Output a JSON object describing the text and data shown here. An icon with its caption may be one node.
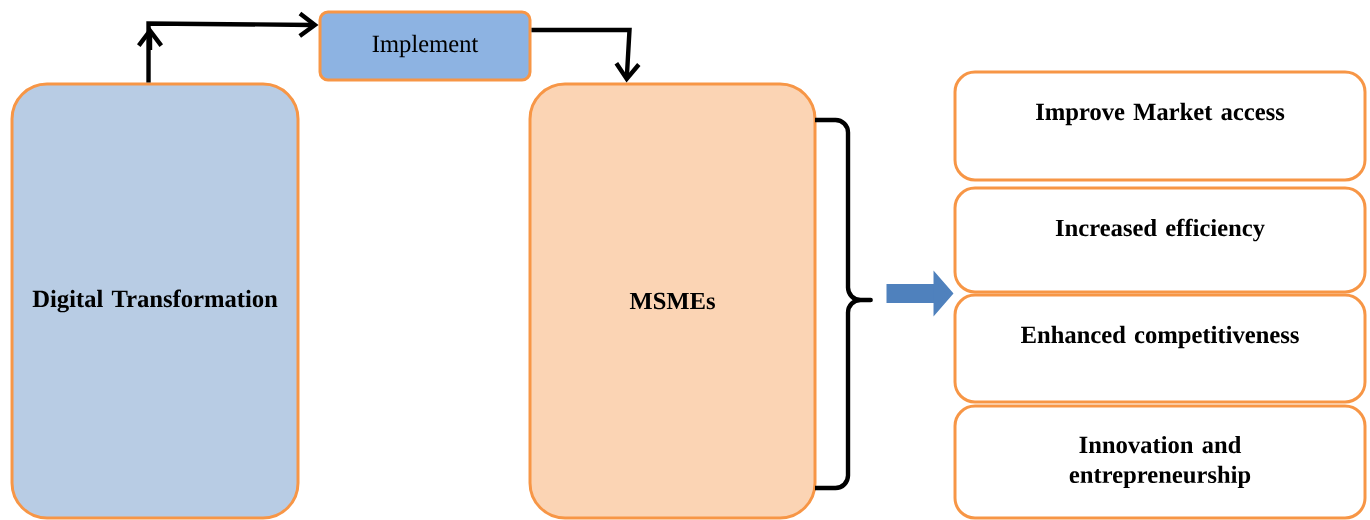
{
  "diagram": {
    "nodes": [
      {
        "text": [
          "Digital Transformation"
        ]
      },
      {
        "text": [
          "Implement"
        ]
      },
      {
        "text": [
          "MSMEs"
        ]
      },
      {
        "text": [
          "Improve Market access"
        ]
      },
      {
        "text": [
          "Increased efficiency"
        ]
      },
      {
        "text": [
          "Enhanced competitiveness"
        ]
      },
      {
        "text": [
          "Innovation and entrepreneurship"
        ]
      }
    ],
    "edges": [
      {
        "from": 0,
        "to": 1,
        "arrow": "to"
      },
      {
        "from": 1,
        "to": 2,
        "arrow": "to"
      },
      {
        "from": 2,
        "to": 5,
        "arrow": "to",
        "style": "thick",
        "color": "#4f81bd"
      }
    ]
  }
}
